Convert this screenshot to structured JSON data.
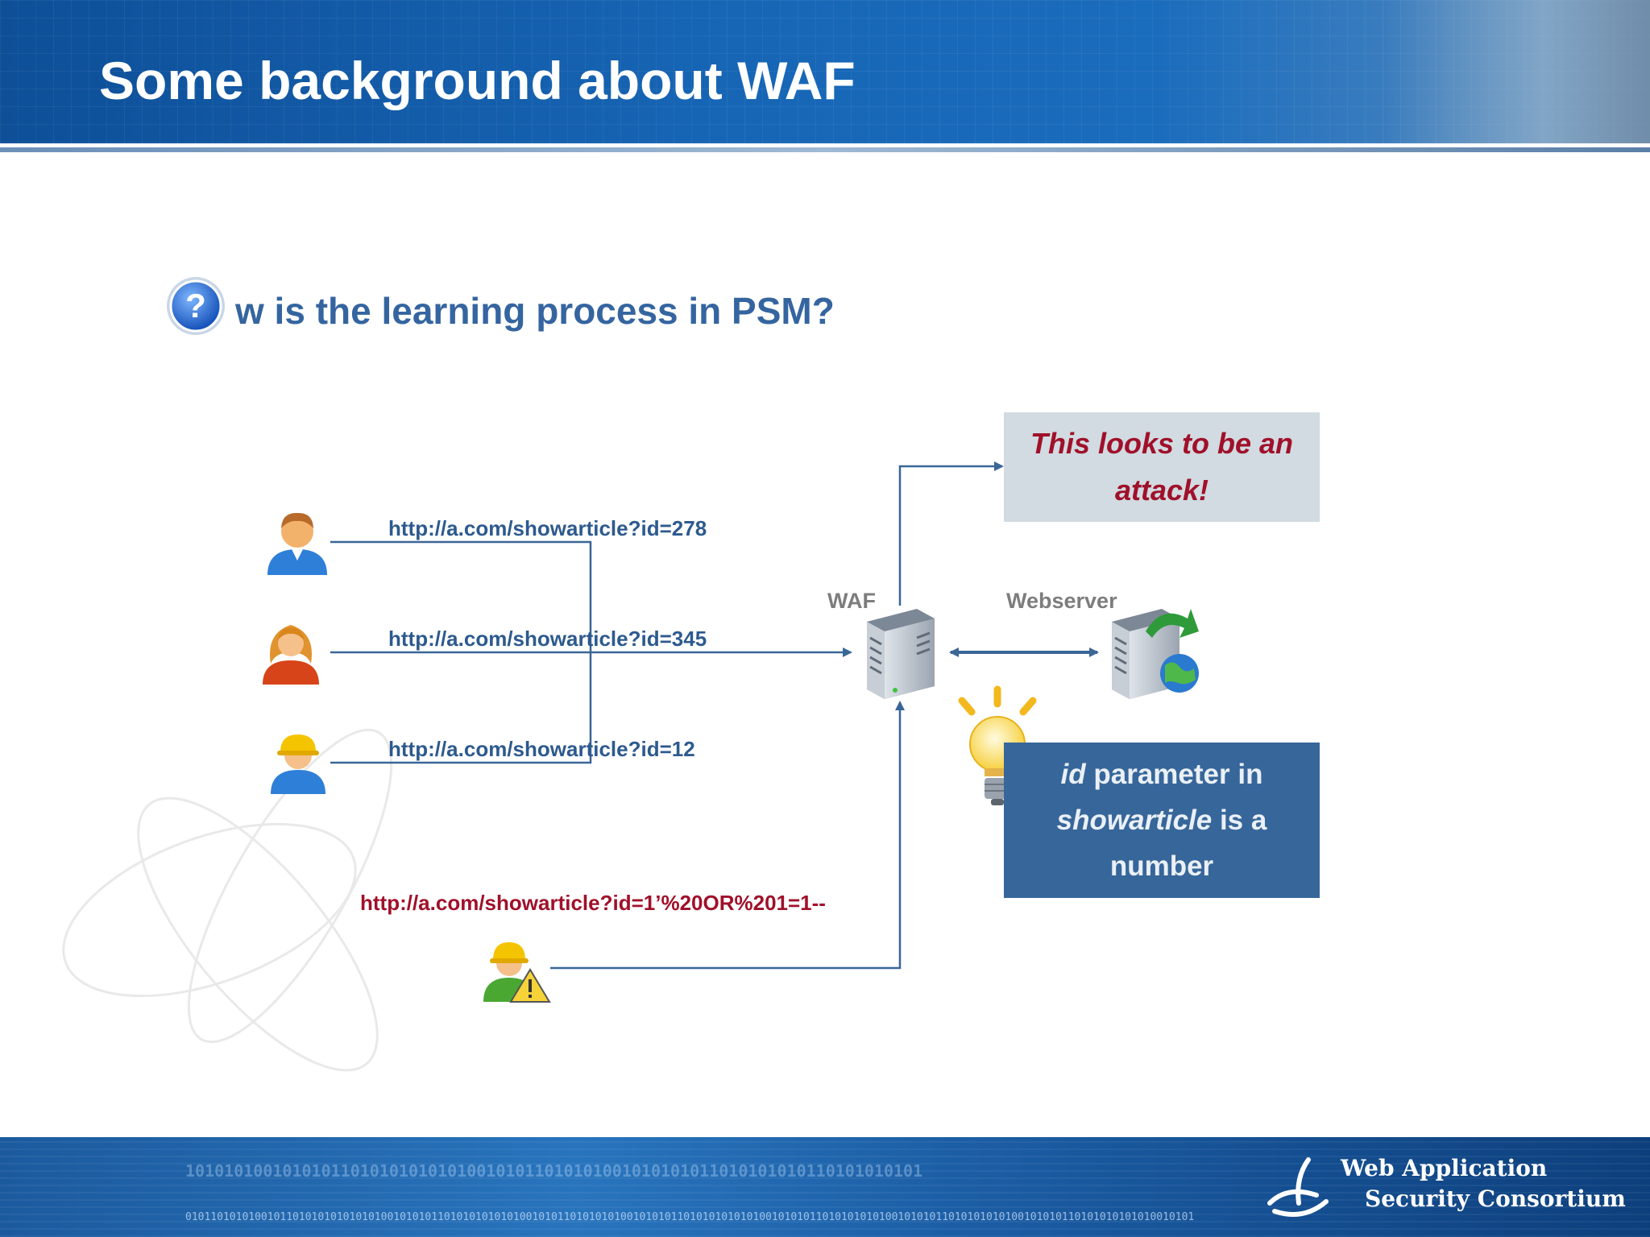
{
  "slide": {
    "title": "Some background about WAF",
    "subtitle": "w is the learning process in PSM?"
  },
  "diagram": {
    "requests": [
      {
        "url": "http://a.com/showarticle?id=278",
        "user": "male-user"
      },
      {
        "url": "http://a.com/showarticle?id=345",
        "user": "female-user"
      },
      {
        "url": "http://a.com/showarticle?id=12",
        "user": "worker-user"
      }
    ],
    "attack_request": {
      "url": "http://a.com/showarticle?id=1’%20OR%201=1--",
      "user": "attacker-user-warning"
    },
    "waf_label": "WAF",
    "webserver_label": "Webserver",
    "attack_callout": "This looks to be an attack!",
    "learning_callout": {
      "part1_italic": "id",
      "part2": " parameter in ",
      "part3_italic": "showarticle",
      "part4": " is a number"
    }
  },
  "footer": {
    "brand_line1": "Web Application",
    "brand_line2": "Security Consortium",
    "binary_top": "1010101001010101101010101010100101011010101001010101011010101010110101010101",
    "binary_bottom": "0101101010100101101010101010101001010101101010101010100101011010101010010101011010101010101001010101101010101010010101011010101010100101010110101010101010010101"
  },
  "colors": {
    "header_blue": "#1766b6",
    "title_text": "#ffffff",
    "subtitle_text": "#3565a0",
    "url_text": "#2d5a8e",
    "attack_text": "#a0102a",
    "callout_attack_bg": "#d1dbe1",
    "callout_learn_bg": "#37669a",
    "connector": "#3a6698"
  },
  "icons": [
    "question-help-icon",
    "male-user-icon",
    "female-user-icon",
    "worker-user-icon",
    "attacker-warning-icon",
    "waf-server-icon",
    "webserver-icon",
    "lightbulb-icon",
    "wasc-logo-icon"
  ]
}
